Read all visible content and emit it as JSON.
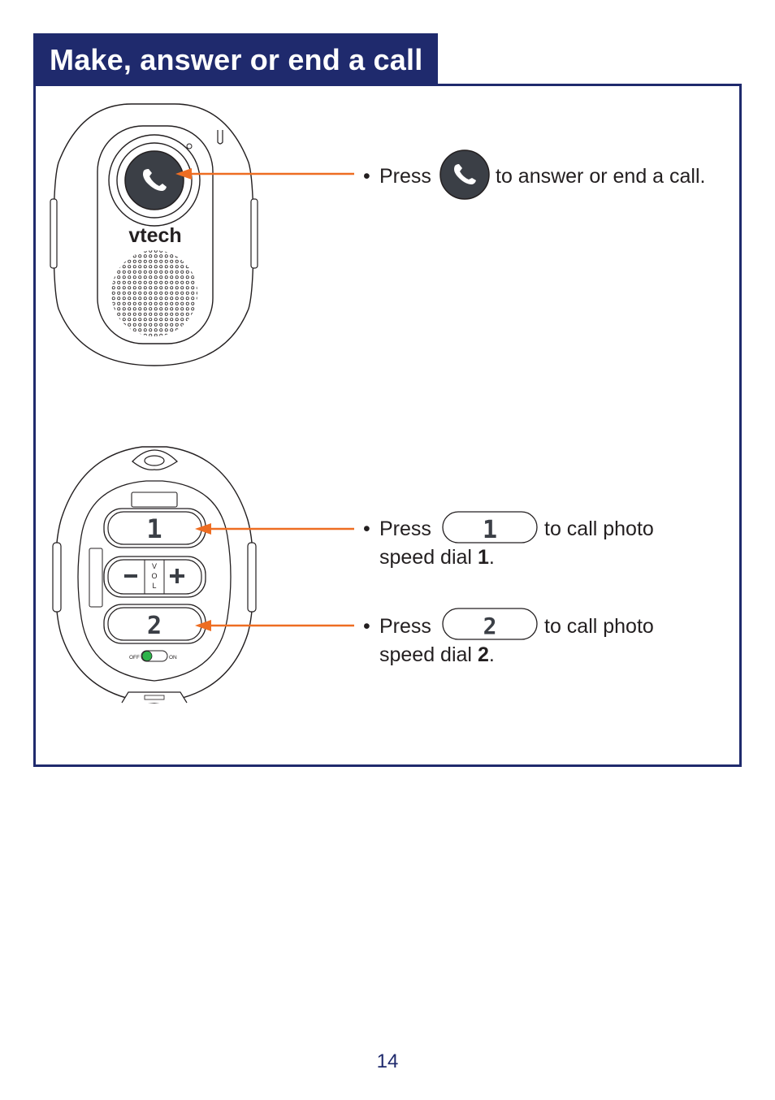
{
  "section": {
    "title": "Make, answer or end a call"
  },
  "device_top": {
    "brand": "vtech"
  },
  "device_bottom": {
    "speed_dial_1_glyph": "1",
    "speed_dial_2_glyph": "2",
    "vol_letters": [
      "V",
      "O",
      "L"
    ],
    "switch_off": "OFF",
    "switch_on": "ON"
  },
  "instructions": [
    {
      "bullet": "•",
      "press": "Press",
      "after": "to answer or end a call.",
      "button_icon": "phone-icon"
    },
    {
      "bullet": "•",
      "press": "Press",
      "after": "to call photo",
      "line2": "speed dial ",
      "number": "1",
      "period": ".",
      "button_glyph": "1"
    },
    {
      "bullet": "•",
      "press": "Press",
      "after": "to call photo",
      "line2": "speed dial ",
      "number": "2",
      "period": ".",
      "button_glyph": "2"
    }
  ],
  "colors": {
    "navy": "#1f2a6d",
    "arrow": "#ee6d22",
    "button_dark": "#3b3f46",
    "switch_green": "#2db34a"
  },
  "page": {
    "number": "14"
  }
}
